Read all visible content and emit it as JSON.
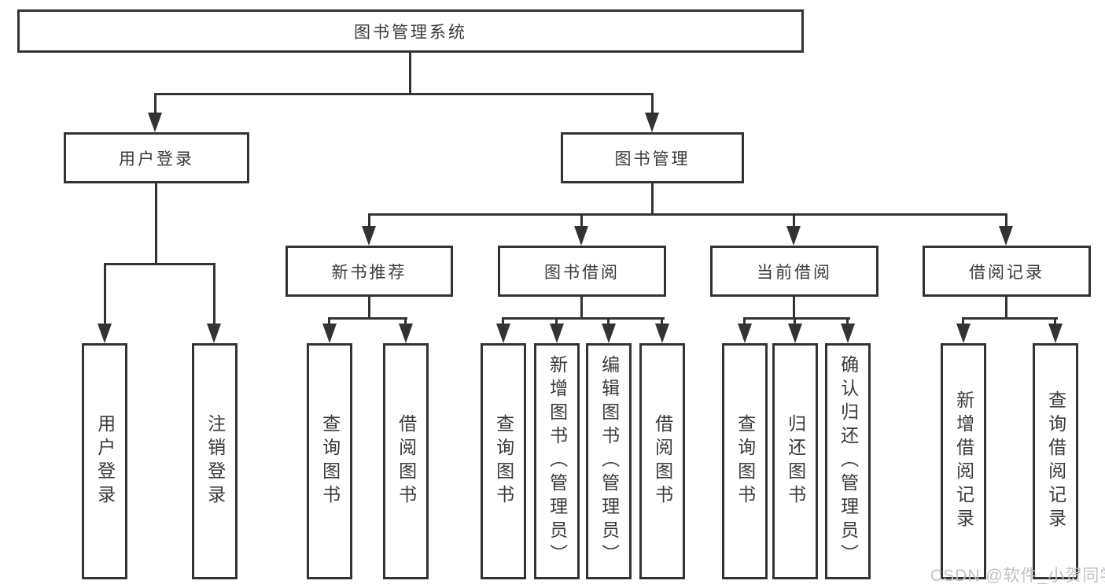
{
  "tree": {
    "root": {
      "label": "图书管理系统"
    },
    "branches": [
      {
        "label": "用户登录",
        "children": [
          {
            "label": "用户登录"
          },
          {
            "label": "注销登录"
          }
        ]
      },
      {
        "label": "图书管理",
        "children": [
          {
            "label": "新书推荐",
            "children": [
              {
                "label": "查询图书"
              },
              {
                "label": "借阅图书"
              }
            ]
          },
          {
            "label": "图书借阅",
            "children": [
              {
                "label": "查询图书"
              },
              {
                "label": "新增图书（管理员）"
              },
              {
                "label": "编辑图书（管理员）"
              },
              {
                "label": "借阅图书"
              }
            ]
          },
          {
            "label": "当前借阅",
            "children": [
              {
                "label": "查询图书"
              },
              {
                "label": "归还图书"
              },
              {
                "label": "确认归还（管理员）"
              }
            ]
          },
          {
            "label": "借阅记录",
            "children": [
              {
                "label": "新增借阅记录"
              },
              {
                "label": "查询借阅记录"
              }
            ]
          }
        ]
      }
    ]
  },
  "watermark": "CSDN @软件_小贺同学",
  "colors": {
    "line": "#333333",
    "text": "#3a3a3a",
    "background": "#ffffff",
    "watermark": "#bfc2c6"
  }
}
